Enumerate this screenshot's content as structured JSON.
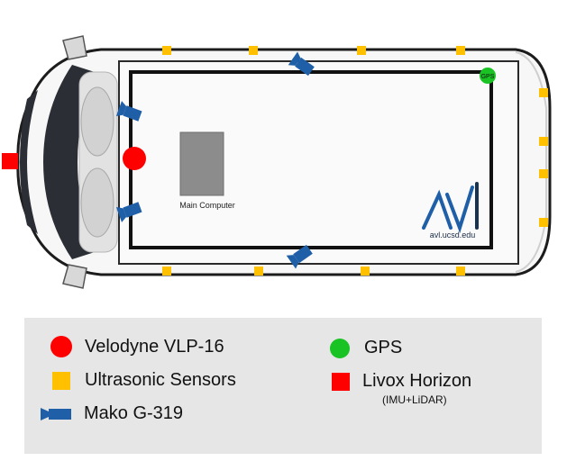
{
  "van": {
    "computer_label": "Main Computer",
    "gps_label": "GPS",
    "logo_text": "avl.ucsd.edu"
  },
  "legend": {
    "velodyne": "Velodyne VLP-16",
    "ultrasonic": "Ultrasonic Sensors",
    "mako": "Mako G-319",
    "gps": "GPS",
    "livox": "Livox Horizon",
    "livox_sub": "(IMU+LiDAR)"
  },
  "colors": {
    "velodyne": "#ff0000",
    "gps": "#18c323",
    "ultrasonic": "#ffc000",
    "livox": "#ff0000",
    "mako": "#1f5fa8"
  }
}
